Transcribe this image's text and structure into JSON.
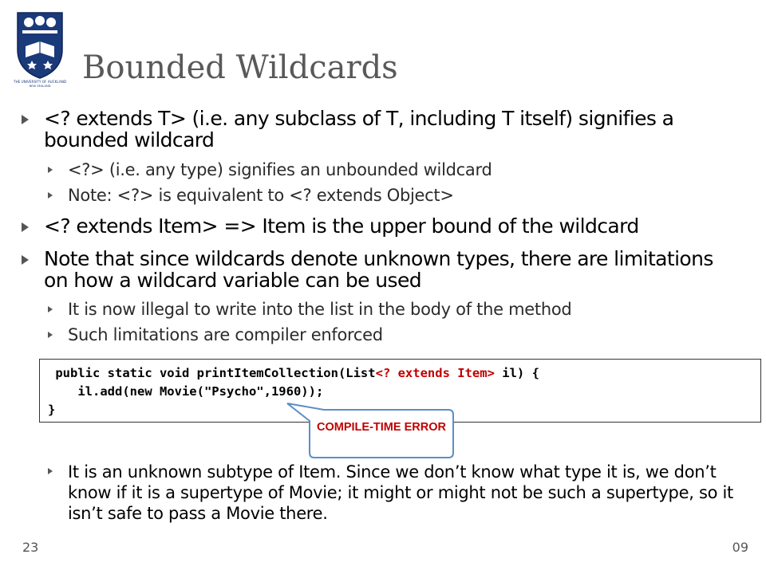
{
  "title": "Bounded Wildcards",
  "bullets": {
    "b1": "<? extends T> (i.e. any subclass of T, including T itself) signifies a bounded wildcard",
    "b1_sub1": "<?> (i.e. any type) signifies an unbounded wildcard",
    "b1_sub2": "Note: <?> is equivalent to <? extends Object>",
    "b2": "<? extends Item> => Item is the upper bound of the wildcard",
    "b3": "Note that since wildcards denote unknown types, there are limitations on how a wildcard variable can be used",
    "b3_sub1": "It is now illegal to write into the list in the body of the method",
    "b3_sub2": "Such limitations are compiler enforced",
    "b4_sub": "It is an unknown subtype of Item. Since we don’t know what type it is, we don’t know if it is a supertype of Movie; it might or might not be such a supertype, so it isn’t safe to pass a Movie there."
  },
  "code": {
    "line1_pre": " public static void printItemCollection(List",
    "line1_red": "<? extends Item>",
    "line1_post": " il) {",
    "line2": "    il.add(new Movie(\"Psycho\",1960));",
    "line3": "}"
  },
  "callout": {
    "text": "COMPILE-TIME ERROR",
    "color": "#c00000"
  },
  "footer": {
    "page_number": "23",
    "right_label": "09"
  },
  "logo": {
    "icon": "university-crest-icon",
    "text_line1": "THE UNIVERSITY OF AUCKLAND",
    "text_line2": "NEW ZEALAND"
  }
}
